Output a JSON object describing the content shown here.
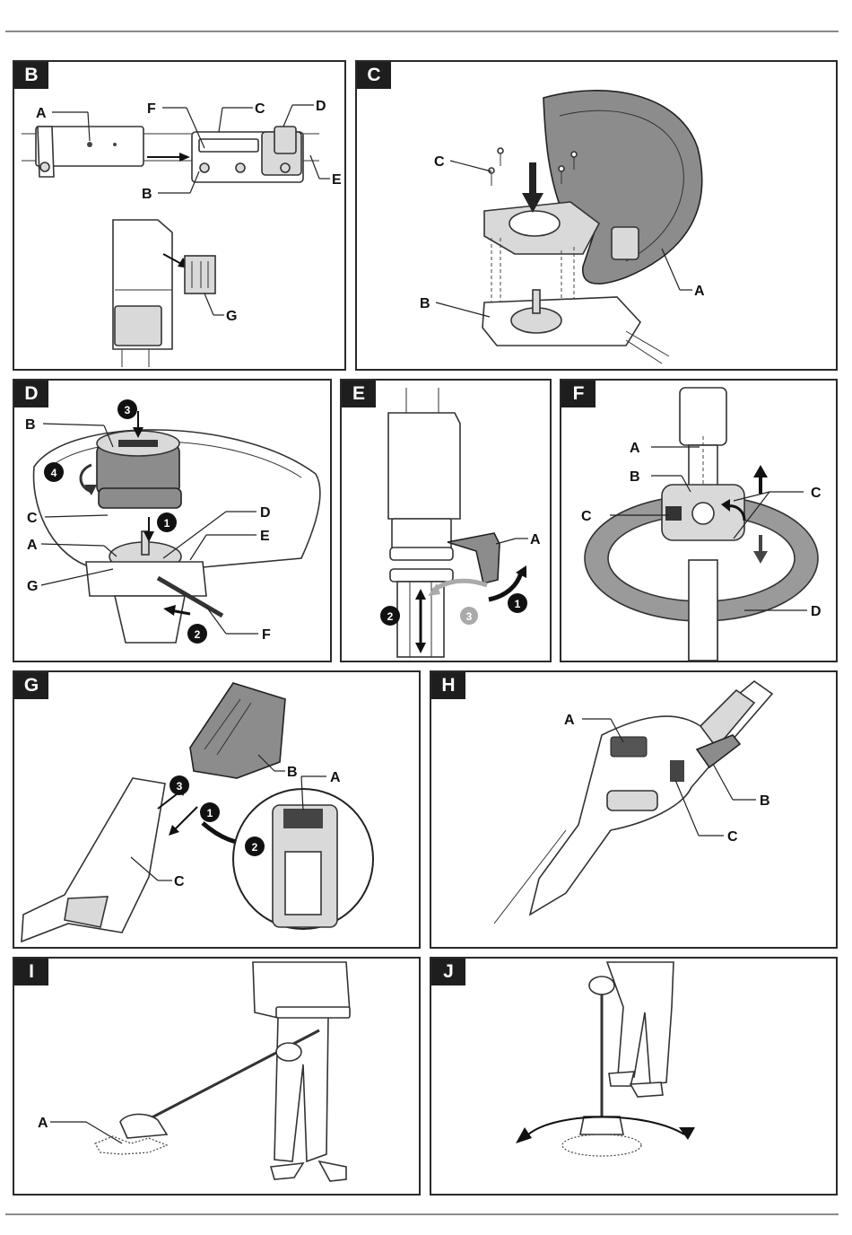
{
  "panels": {
    "B": {
      "letter": "B",
      "labels": {
        "a": "A",
        "b": "B",
        "c": "C",
        "d": "D",
        "e": "E",
        "f": "F",
        "g": "G"
      }
    },
    "C": {
      "letter": "C",
      "labels": {
        "a": "A",
        "b": "B",
        "c": "C"
      }
    },
    "D": {
      "letter": "D",
      "labels": {
        "a": "A",
        "b": "B",
        "c": "C",
        "d": "D",
        "e": "E",
        "f": "F",
        "g": "G"
      },
      "steps": [
        "1",
        "2",
        "3",
        "4"
      ]
    },
    "E": {
      "letter": "E",
      "labels": {
        "a": "A"
      },
      "steps": [
        "1",
        "2",
        "3"
      ]
    },
    "F": {
      "letter": "F",
      "labels": {
        "a": "A",
        "b": "B",
        "c1": "C",
        "c2": "C",
        "d": "D"
      }
    },
    "G": {
      "letter": "G",
      "labels": {
        "a": "A",
        "b": "B",
        "c": "C"
      },
      "steps": [
        "1",
        "2",
        "3"
      ]
    },
    "H": {
      "letter": "H",
      "labels": {
        "a": "A",
        "b": "B",
        "c": "C"
      }
    },
    "I": {
      "letter": "I",
      "labels": {
        "a": "A"
      }
    },
    "J": {
      "letter": "J"
    }
  }
}
